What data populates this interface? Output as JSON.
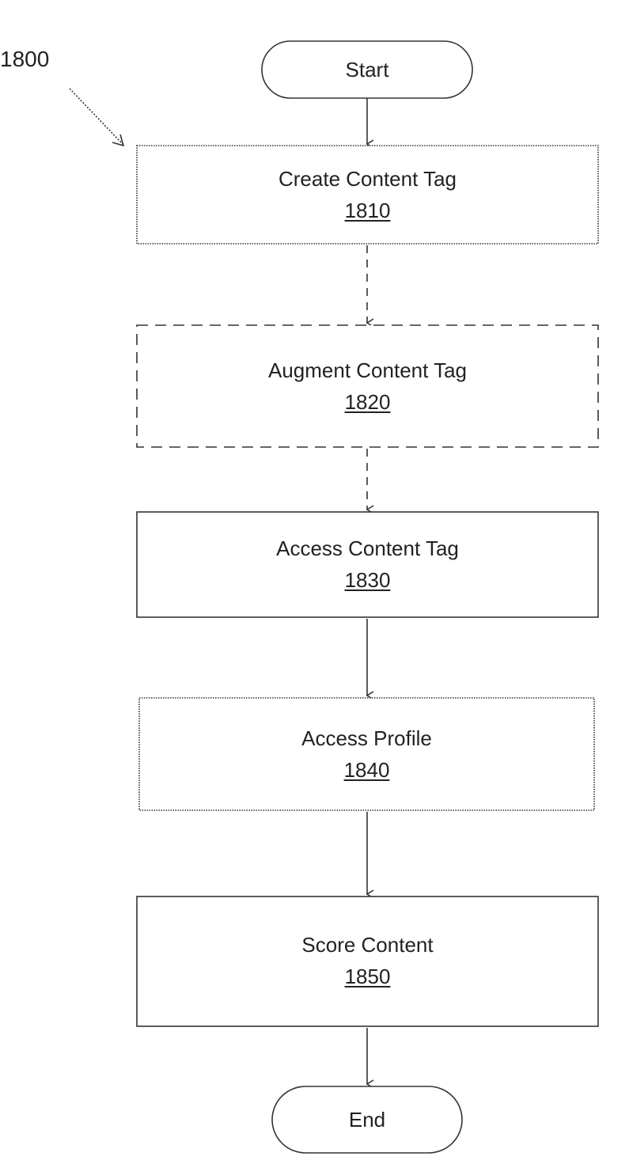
{
  "figure": {
    "ref": "1800"
  },
  "terminals": {
    "start": "Start",
    "end": "End"
  },
  "steps": [
    {
      "title": "Create Content Tag",
      "ref": "1810",
      "optional": false
    },
    {
      "title": "Augment Content Tag",
      "ref": "1820",
      "optional": true
    },
    {
      "title": "Access Content Tag",
      "ref": "1830",
      "optional": false
    },
    {
      "title": "Access Profile",
      "ref": "1840",
      "optional": false
    },
    {
      "title": "Score Content",
      "ref": "1850",
      "optional": false
    }
  ],
  "connectors": [
    {
      "from": "start",
      "to": "1810",
      "style": "solid"
    },
    {
      "from": "1810",
      "to": "1820",
      "style": "dashed"
    },
    {
      "from": "1820",
      "to": "1830",
      "style": "dashed"
    },
    {
      "from": "1830",
      "to": "1840",
      "style": "solid"
    },
    {
      "from": "1840",
      "to": "1850",
      "style": "solid"
    },
    {
      "from": "1850",
      "to": "end",
      "style": "solid"
    }
  ],
  "colors": {
    "stroke": "#333333",
    "text": "#222222",
    "background": "#ffffff"
  }
}
